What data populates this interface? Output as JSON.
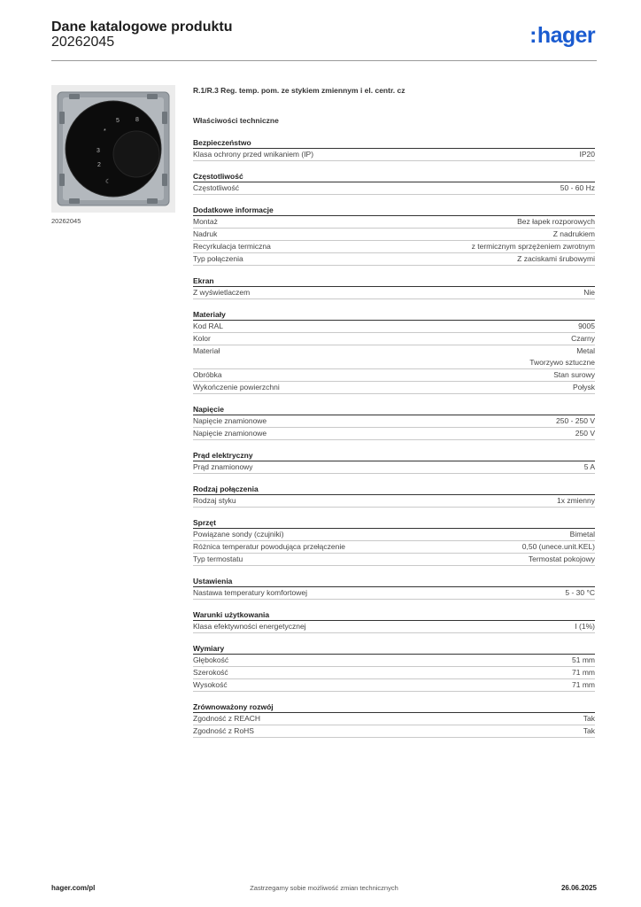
{
  "header": {
    "title": "Dane katalogowe produktu",
    "product_number": "20262045",
    "logo_text": "hager",
    "logo_color": "#1a5bd0"
  },
  "image": {
    "caption": "20262045",
    "dial_marks": [
      "*",
      "3",
      "2",
      "5",
      "8"
    ]
  },
  "product_description": "R.1/R.3 Reg. temp. pom. ze stykiem zmiennym i el. centr. cz",
  "technical_properties_title": "Właściwości techniczne",
  "sections": [
    {
      "title": "Bezpieczeństwo",
      "rows": [
        {
          "label": "Klasa ochrony przed wnikaniem (IP)",
          "value": [
            "IP20"
          ]
        }
      ]
    },
    {
      "title": "Częstotliwość",
      "rows": [
        {
          "label": "Częstotliwość",
          "value": [
            "50 - 60 Hz"
          ]
        }
      ]
    },
    {
      "title": "Dodatkowe informacje",
      "rows": [
        {
          "label": "Montaż",
          "value": [
            "Bez łapek rozporowych"
          ]
        },
        {
          "label": "Nadruk",
          "value": [
            "Z nadrukiem"
          ]
        },
        {
          "label": "Recyrkulacja termiczna",
          "value": [
            "z termicznym sprzężeniem zwrotnym"
          ]
        },
        {
          "label": "Typ połączenia",
          "value": [
            "Z zaciskami śrubowymi"
          ]
        }
      ]
    },
    {
      "title": "Ekran",
      "rows": [
        {
          "label": "Z wyświetlaczem",
          "value": [
            "Nie"
          ]
        }
      ]
    },
    {
      "title": "Materiały",
      "rows": [
        {
          "label": "Kod RAL",
          "value": [
            "9005"
          ]
        },
        {
          "label": "Kolor",
          "value": [
            "Czarny"
          ]
        },
        {
          "label": "Materiał",
          "value": [
            "Metal",
            "Tworzywo sztuczne"
          ]
        },
        {
          "label": "Obróbka",
          "value": [
            "Stan surowy"
          ]
        },
        {
          "label": "Wykończenie powierzchni",
          "value": [
            "Połysk"
          ]
        }
      ]
    },
    {
      "title": "Napięcie",
      "rows": [
        {
          "label": "Napięcie znamionowe",
          "value": [
            "250 - 250 V"
          ]
        },
        {
          "label": "Napięcie znamionowe",
          "value": [
            "250 V"
          ]
        }
      ]
    },
    {
      "title": "Prąd elektryczny",
      "rows": [
        {
          "label": "Prąd znamionowy",
          "value": [
            "5 A"
          ]
        }
      ]
    },
    {
      "title": "Rodzaj połączenia",
      "rows": [
        {
          "label": "Rodzaj styku",
          "value": [
            "1x zmienny"
          ]
        }
      ]
    },
    {
      "title": "Sprzęt",
      "rows": [
        {
          "label": "Powiązane sondy (czujniki)",
          "value": [
            "Bimetal"
          ]
        },
        {
          "label": "Różnica temperatur powodująca przełączenie",
          "value": [
            "0,50 (unece.unit.KEL)"
          ]
        },
        {
          "label": "Typ termostatu",
          "value": [
            "Termostat pokojowy"
          ]
        }
      ]
    },
    {
      "title": "Ustawienia",
      "rows": [
        {
          "label": "Nastawa temperatury komfortowej",
          "value": [
            "5 - 30 °C"
          ]
        }
      ]
    },
    {
      "title": "Warunki użytkowania",
      "rows": [
        {
          "label": "Klasa efektywności energetycznej",
          "value": [
            "I (1%)"
          ]
        }
      ]
    },
    {
      "title": "Wymiary",
      "rows": [
        {
          "label": "Głębokość",
          "value": [
            "51 mm"
          ]
        },
        {
          "label": "Szerokość",
          "value": [
            "71 mm"
          ]
        },
        {
          "label": "Wysokość",
          "value": [
            "71 mm"
          ]
        }
      ]
    },
    {
      "title": "Zrównoważony rozwój",
      "rows": [
        {
          "label": "Zgodność z REACH",
          "value": [
            "Tak"
          ]
        },
        {
          "label": "Zgodność z RoHS",
          "value": [
            "Tak"
          ]
        }
      ]
    }
  ],
  "footer": {
    "website": "hager.com/pl",
    "notice": "Zastrzegamy sobie możliwość zmian technicznych",
    "date": "26.06.2025"
  }
}
